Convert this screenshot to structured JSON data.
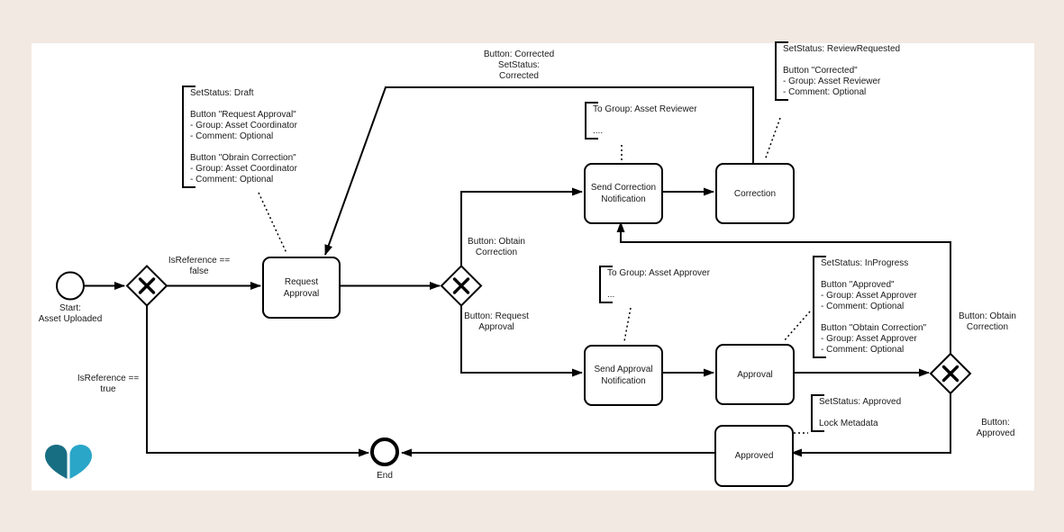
{
  "page": {
    "background_color": "#f2e9e2",
    "canvas_color": "#ffffff",
    "line_color": "#000000"
  },
  "logo": {
    "name": "split-heart-logo",
    "left_color": "#176E82",
    "right_color": "#2AA6C8"
  },
  "nodes": {
    "start": "Start:\nAsset Uploaded",
    "end": "End",
    "request_approval": "Request\nApproval",
    "send_correction_notification": "Send Correction\nNotification",
    "correction": "Correction",
    "send_approval_notification": "Send Approval\nNotification",
    "approval": "Approval",
    "approved": "Approved"
  },
  "edge_labels": {
    "is_reference_false": "IsReference ==\nfalse",
    "is_reference_true": "IsReference ==\ntrue",
    "button_corrected": "Button: Corrected\nSetStatus:\nCorrected",
    "button_obtain_correction_mid": "Button: Obtain\nCorrection",
    "button_request_approval": "Button: Request\nApproval",
    "button_obtain_correction_right": "Button: Obtain\nCorrection",
    "button_approved": "Button: Approved"
  },
  "annotations": {
    "draft": "SetStatus: Draft\n\nButton \"Request Approval\"\n- Group: Asset Coordinator\n- Comment: Optional\n\nButton \"Obrain Correction\"\n- Group: Asset Coordinator\n- Comment: Optional",
    "to_group_reviewer": "To Group: Asset Reviewer\n\n....",
    "review_requested": "SetStatus: ReviewRequested\n\nButton \"Corrected\"\n- Group: Asset Reviewer\n- Comment: Optional",
    "to_group_approver": "To Group: Asset Approver\n\n...",
    "in_progress": "SetStatus: InProgress\n\nButton \"Approved\"\n- Group: Asset Approver\n- Comment: Optional\n\nButton \"Obtain Correction\"\n- Group: Asset Approver\n- Comment: Optional",
    "approved": "SetStatus: Approved\n\nLock Metadata"
  },
  "edges": [
    {
      "from": "start",
      "to": "gateway-1"
    },
    {
      "from": "gateway-1",
      "to": "request_approval",
      "label": "IsReference == false"
    },
    {
      "from": "gateway-1",
      "to": "end",
      "label": "IsReference == true"
    },
    {
      "from": "request_approval",
      "to": "gateway-2"
    },
    {
      "from": "gateway-2",
      "to": "send_correction_notification",
      "label": "Button: Obtain Correction"
    },
    {
      "from": "gateway-2",
      "to": "send_approval_notification",
      "label": "Button: Request Approval"
    },
    {
      "from": "send_correction_notification",
      "to": "correction"
    },
    {
      "from": "correction",
      "to": "request_approval",
      "label": "Button: Corrected SetStatus: Corrected"
    },
    {
      "from": "send_approval_notification",
      "to": "approval"
    },
    {
      "from": "approval",
      "to": "gateway-3"
    },
    {
      "from": "gateway-3",
      "to": "send_correction_notification",
      "label": "Button: Obtain Correction"
    },
    {
      "from": "gateway-3",
      "to": "approved",
      "label": "Button: Approved"
    },
    {
      "from": "approved",
      "to": "end"
    }
  ]
}
